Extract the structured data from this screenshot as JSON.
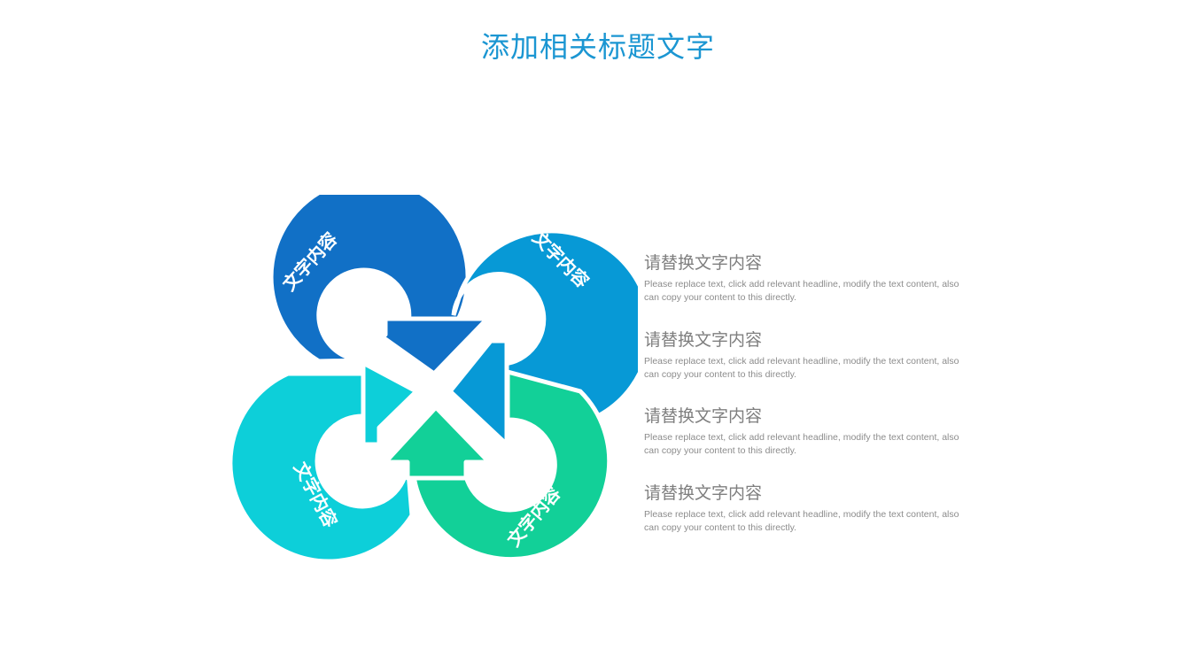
{
  "page": {
    "title": "添加相关标题文字"
  },
  "diagram": {
    "segments": [
      {
        "label": "文字内容",
        "color": "#1170c6",
        "position": "top-left"
      },
      {
        "label": "文字内容",
        "color": "#0799d6",
        "position": "top-right"
      },
      {
        "label": "文字内容",
        "color": "#0dcfd9",
        "position": "bottom-left"
      },
      {
        "label": "文字内容",
        "color": "#12d098",
        "position": "bottom-right"
      }
    ]
  },
  "items": [
    {
      "heading": "请替换文字内容",
      "body": "Please  replace text, click add relevant headline,  modify the text content, also can copy your content to this directly."
    },
    {
      "heading": "请替换文字内容",
      "body": "Please  replace text, click add relevant headline,  modify the text content, also can copy your content to this directly."
    },
    {
      "heading": "请替换文字内容",
      "body": "Please  replace text, click add relevant headline,  modify the text content, also can copy your content to this directly."
    },
    {
      "heading": "请替换文字内容",
      "body": "Please  replace text, click add relevant headline,  modify the text content, also can copy your content to this directly."
    }
  ]
}
